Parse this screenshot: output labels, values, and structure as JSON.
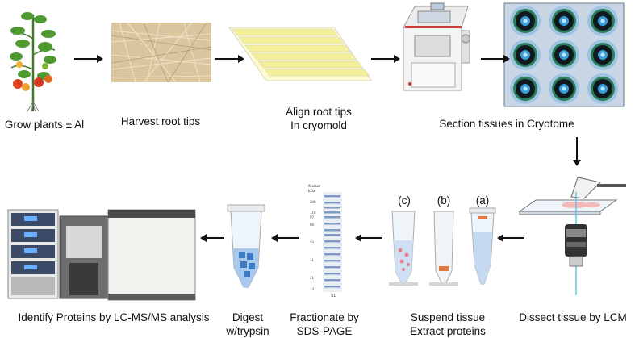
{
  "steps": [
    {
      "label": "Grow plants ± Al"
    },
    {
      "label": "Harvest root tips"
    },
    {
      "label_line1": "Align root tips",
      "label_line2": "In cryomold"
    },
    {
      "label": "Section tissues in Cryotome"
    },
    {
      "label": "Dissect tissue by LCM"
    },
    {
      "label_line1": "Suspend tissue",
      "label_line2": "Extract proteins"
    },
    {
      "label_line1": "Fractionate by",
      "label_line2": "SDS-PAGE"
    },
    {
      "label_line1": "Digest",
      "label_line2": "w/trypsin"
    },
    {
      "label": "Identify Proteins by LC-MS/MS analysis"
    }
  ],
  "tubes": {
    "c": "(c)",
    "b": "(b)",
    "a": "(a)"
  },
  "gel": {
    "header": "Marker kDa",
    "lane_label": "S1",
    "markers": [
      "200",
      "116",
      "97",
      "66",
      "45",
      "31",
      "21",
      "14"
    ]
  },
  "colors": {
    "arrow": "#111111",
    "straw": "#d8c49a",
    "tube_pink": "#e08090",
    "tube_blue": "#a9c8ee",
    "laser": "#5bc8e6"
  }
}
